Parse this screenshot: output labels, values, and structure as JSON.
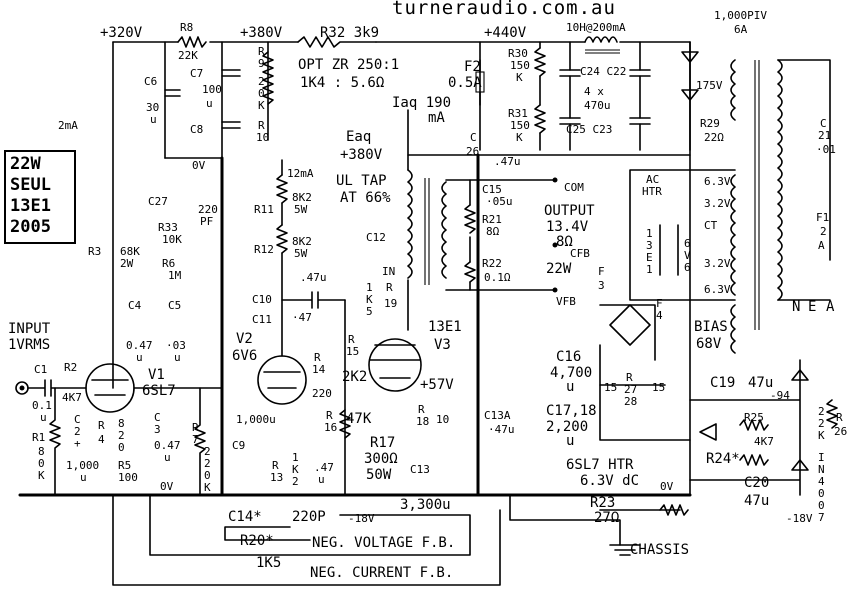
{
  "site": "turneraudio.com.au",
  "title_lines": [
    "22W",
    "SEUL",
    "13E1",
    "2005"
  ],
  "rails": {
    "b320": "+320V",
    "b380": "+380V",
    "b440": "+440V",
    "ov_top": "0V",
    "ov_bottom1": "0V",
    "ov_bottom2": "0V",
    "neg18a": "-18V",
    "neg18b": "-18V",
    "neg94": "-94",
    "v57": "+57V",
    "current_2ma": "2mA",
    "current_12ma": "12mA"
  },
  "input": [
    "INPUT",
    "1VRMS"
  ],
  "tubes": {
    "v1": [
      "V1",
      "6SL7"
    ],
    "v2": [
      "V2",
      "6V6"
    ],
    "v3": [
      "13E1",
      "V3"
    ]
  },
  "components": {
    "R8": [
      "R8",
      "22K"
    ],
    "C6": [
      "C6",
      "30",
      "u"
    ],
    "C7": [
      "C7",
      "100",
      "u"
    ],
    "C8": "C8",
    "R9R10": [
      "R",
      "9",
      "2",
      "0",
      "K",
      "R",
      "10"
    ],
    "R32": "R32 3k9",
    "opt": [
      "OPT ZR 250:1",
      "1K4 : 5.6Ω"
    ],
    "iaq": [
      "Iaq  190",
      "mA"
    ],
    "eaq": [
      "Eaq",
      "+380V"
    ],
    "ultap": [
      "UL TAP",
      "AT 66%"
    ],
    "F2": [
      "F2",
      "0.5A"
    ],
    "R30": [
      "R30",
      "150",
      "K"
    ],
    "R31": [
      "R31",
      "150",
      "K"
    ],
    "choke": "10H@200mA",
    "C24C22": "C24 C22",
    "cap4x": [
      "4 x",
      "470u"
    ],
    "C25C23": "C25 C23",
    "C26": [
      "C",
      "26",
      ".47u"
    ],
    "PIV": [
      "1,000PIV",
      "6A"
    ],
    "d175": "175V",
    "R29": [
      "R29",
      "22Ω"
    ],
    "C21": [
      "C",
      "21",
      "·01"
    ],
    "F1": [
      "F1",
      "2",
      "A"
    ],
    "NEA": [
      "N",
      "E",
      "A"
    ],
    "C27": [
      "C27",
      "220",
      "PF"
    ],
    "R33": [
      "R33",
      "10K"
    ],
    "R3": [
      "R3",
      "68K",
      "2W"
    ],
    "R6": [
      "R6",
      "1M"
    ],
    "C4": [
      "C4",
      "0.47",
      "u"
    ],
    "C5": [
      "C5",
      "·03",
      "u"
    ],
    "R11": [
      "R11",
      "8K2",
      "5W"
    ],
    "R12": [
      "R12",
      "8K2",
      "5W"
    ],
    "C10": "C10",
    "C11": "C11",
    "c47a": ".47u",
    "c47b": "·47",
    "R14": [
      "R",
      "14",
      "220"
    ],
    "C12": "C12",
    "IN": "IN",
    "R19": [
      "1",
      "K",
      "5",
      "R",
      "19"
    ],
    "R15": [
      "R",
      "15",
      "2K2"
    ],
    "C15": [
      "C15",
      "·05u"
    ],
    "R21": [
      "R21",
      "8Ω"
    ],
    "R22": [
      "R22",
      "0.1Ω"
    ],
    "com": "COM",
    "output": [
      "OUTPUT",
      "13.4V",
      "8Ω"
    ],
    "cfb": "CFB",
    "w22": "22W",
    "vfb": "VFB",
    "achtr": [
      "AC",
      "HTR"
    ],
    "v13e1": [
      "1",
      "3",
      "E",
      "1"
    ],
    "v6v6": [
      "6",
      "V",
      "6"
    ],
    "taps": [
      "6.3V",
      "3.2V",
      "CT",
      "3.2V",
      "6.3V"
    ],
    "F3": [
      "F",
      "3"
    ],
    "F4": [
      "F",
      "4"
    ],
    "bias": [
      "BIAS",
      "68V"
    ],
    "C1": [
      "C1",
      "0.1",
      "u"
    ],
    "R1": [
      "R1",
      "8",
      "0",
      "K"
    ],
    "R2": [
      "R2",
      "4K7"
    ],
    "C2": [
      "C",
      "2",
      "+"
    ],
    "R4": [
      "R",
      "4",
      "8",
      "2",
      "0"
    ],
    "C3": [
      "C",
      "3",
      "0.47",
      "u"
    ],
    "c1000a": [
      "1,000",
      "u"
    ],
    "R5": [
      "R5",
      "100"
    ],
    "R7": [
      "R",
      "7",
      "2",
      "2",
      "0",
      "K"
    ],
    "c1000b": "1,000u",
    "C9": "C9",
    "R13": [
      "R",
      "13"
    ],
    "K2": [
      "1",
      "K",
      "2"
    ],
    "R16": [
      "R",
      "16",
      "47K"
    ],
    "c47c": [
      ".47",
      "u"
    ],
    "R17": [
      "R17",
      "300Ω",
      "50W"
    ],
    "R18": [
      "R",
      "18",
      "10"
    ],
    "C13": "C13",
    "C13A": [
      "C13A",
      "·47u"
    ],
    "c3300": "3,300u",
    "C16": [
      "C16",
      "4,700",
      "u"
    ],
    "C1718": [
      "C17,18",
      "2,200",
      "u"
    ],
    "R15b": [
      "15",
      "15",
      "R",
      "27",
      "28"
    ],
    "htr": [
      "6SL7 HTR",
      "6.3V dC"
    ],
    "C19": [
      "C19",
      "47u"
    ],
    "R25": [
      "R25",
      "4K7"
    ],
    "R26": [
      "2",
      "2",
      "K",
      "R",
      "26"
    ],
    "R24": "R24*",
    "C20": [
      "C20",
      "47u"
    ],
    "IN4007": [
      "I",
      "N",
      "4",
      "0",
      "0",
      "7"
    ],
    "R23": [
      "R23",
      "27Ω"
    ],
    "C14": [
      "C14*",
      "220P"
    ],
    "R20": [
      "R20*",
      "1K5"
    ],
    "chassis": "CHASSIS",
    "nvfb": "NEG. VOLTAGE  F.B.",
    "ncfb": "NEG. CURRENT F.B."
  }
}
